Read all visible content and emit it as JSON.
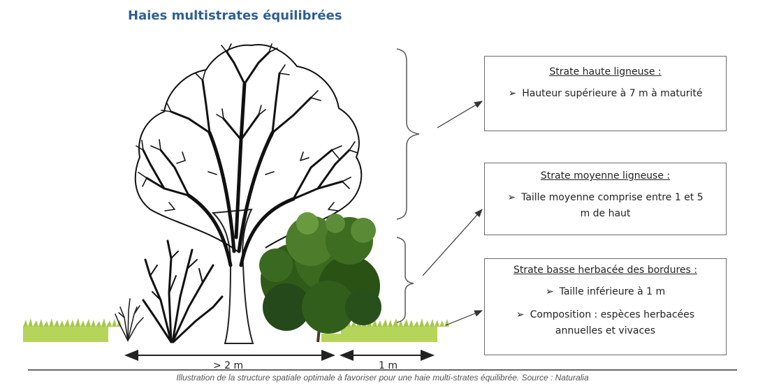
{
  "title": "Haies multistrates équilibrées",
  "strata": [
    {
      "heading": "Strate haute ligneuse :",
      "bullets": [
        "Hauteur supérieure à 7 m  à maturité"
      ]
    },
    {
      "heading": "Strate moyenne ligneuse :",
      "bullets": [
        "Taille moyenne comprise entre 1 et 5 m de haut"
      ]
    },
    {
      "heading": "Strate basse herbacée des bordures :",
      "bullets": [
        "Taille inférieure à 1 m",
        "Composition : espèces herbacées annuelles et vivaces"
      ]
    }
  ],
  "bullet_glyph": "➢",
  "dimensions": {
    "tree_width": "> 2 m",
    "border_width": "1 m"
  },
  "caption": "Illustration de la structure spatiale optimale à favoriser  pour une haie multi-strates équilibrée. Source : Naturalia",
  "colors": {
    "title": "#2f5f93",
    "grass": "#b5d45a",
    "shrub": "#3b6a1f"
  }
}
